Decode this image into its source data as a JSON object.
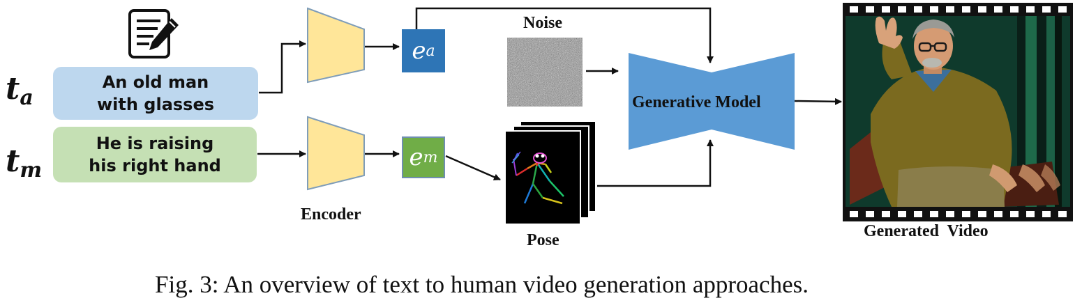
{
  "inputs": {
    "appearance_var": "t",
    "appearance_sub": "a",
    "appearance_text_line1": "An old man",
    "appearance_text_line2": "with glasses",
    "motion_var": "t",
    "motion_sub": "m",
    "motion_text_line1": "He is raising",
    "motion_text_line2": "his right hand"
  },
  "embeddings": {
    "appearance_var": "e",
    "appearance_sub": "a",
    "motion_var": "e",
    "motion_sub": "m"
  },
  "labels": {
    "encoder": "Encoder",
    "noise": "Noise",
    "pose": "Pose",
    "model": "Generative Model",
    "output": "Generated  Video"
  },
  "caption": "Fig. 3: An overview of text to human video generation approaches.",
  "colors": {
    "appearance_box": "#bdd7ee",
    "motion_box": "#c5e0b4",
    "encoder_fill": "#ffe699",
    "encoder_stroke": "#7f9db9",
    "embedding_a": "#2e75b6",
    "embedding_m": "#70ad47",
    "generative_model": "#5b9bd5"
  },
  "icons": {
    "notes": "edit-document-icon",
    "noise": "noise-image",
    "pose": "pose-skeleton-stack",
    "video": "film-strip-frame"
  }
}
